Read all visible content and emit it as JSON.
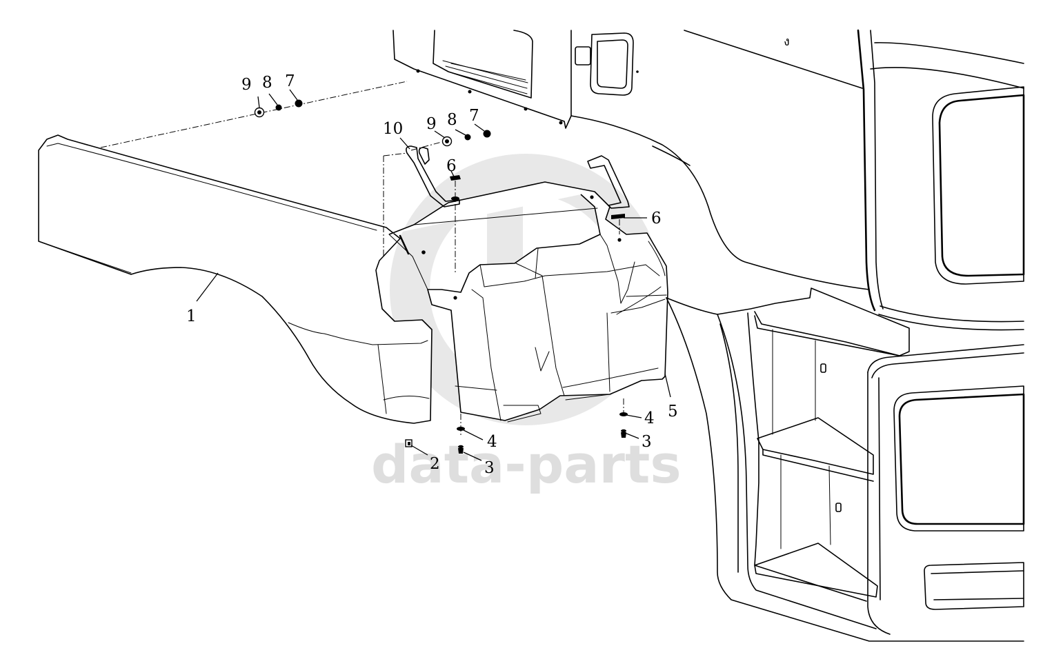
{
  "diagram": {
    "type": "exploded-parts-view",
    "watermark_text": "data-parts",
    "callouts": [
      {
        "id": "1",
        "label": "1"
      },
      {
        "id": "2",
        "label": "2"
      },
      {
        "id": "3",
        "label": "3"
      },
      {
        "id": "4",
        "label": "4"
      },
      {
        "id": "5",
        "label": "5"
      },
      {
        "id": "6",
        "label": "6"
      },
      {
        "id": "7",
        "label": "7"
      },
      {
        "id": "8",
        "label": "8"
      },
      {
        "id": "9",
        "label": "9"
      },
      {
        "id": "10",
        "label": "10"
      }
    ],
    "colors": {
      "line": "#000000",
      "background": "#ffffff",
      "watermark": "#d9d9d9"
    }
  }
}
